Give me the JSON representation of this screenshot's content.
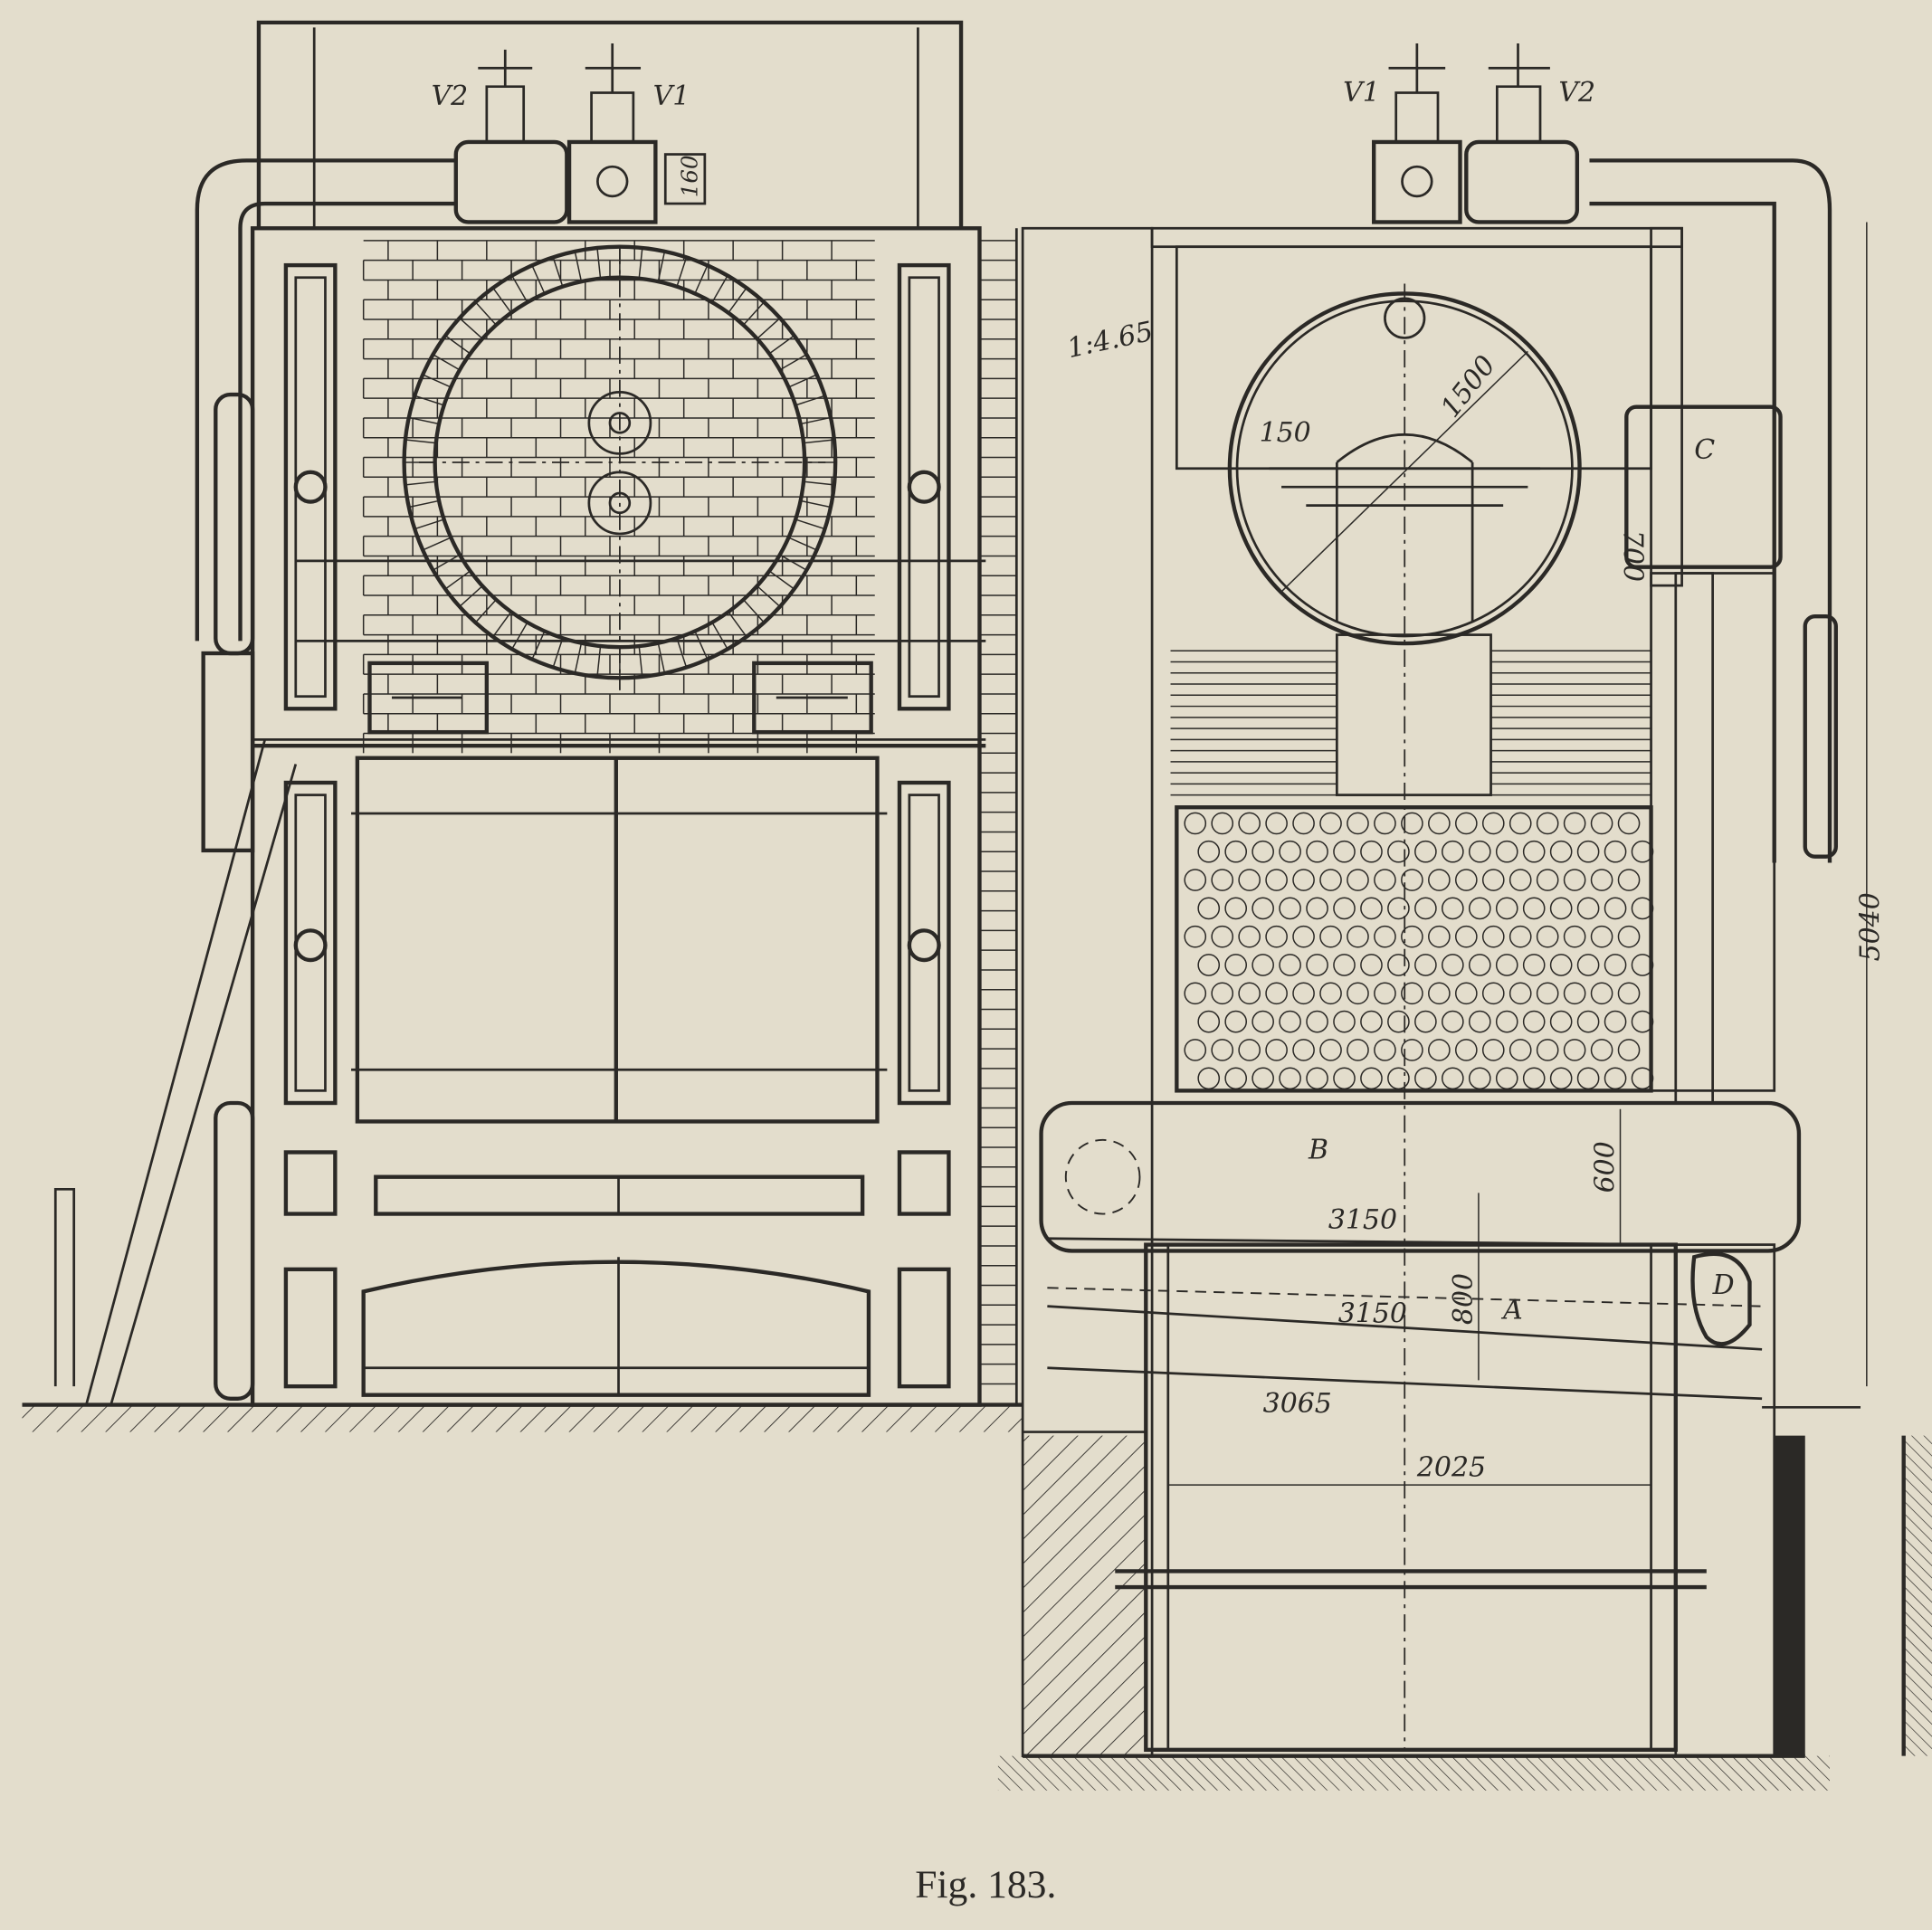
{
  "figure": {
    "caption": "Fig. 183.",
    "valves_left": [
      "V2",
      "V1"
    ],
    "valves_right": [
      "V1",
      "V2"
    ],
    "dimensions": {
      "flange": "160",
      "slope": "1:4.65",
      "drum_diameter": "1500",
      "water_level": "150",
      "header_height": "700",
      "total_height": "5040",
      "lower_drum": "600",
      "length_upper": "3150",
      "length_lower": "3150",
      "pit_depth": "800",
      "length_bottom": "3065",
      "pit_width": "2025"
    },
    "parts": {
      "upper_header": "C",
      "lower_drum_b": "B",
      "lower_drum_a": "A",
      "end_chamber": "D"
    }
  }
}
